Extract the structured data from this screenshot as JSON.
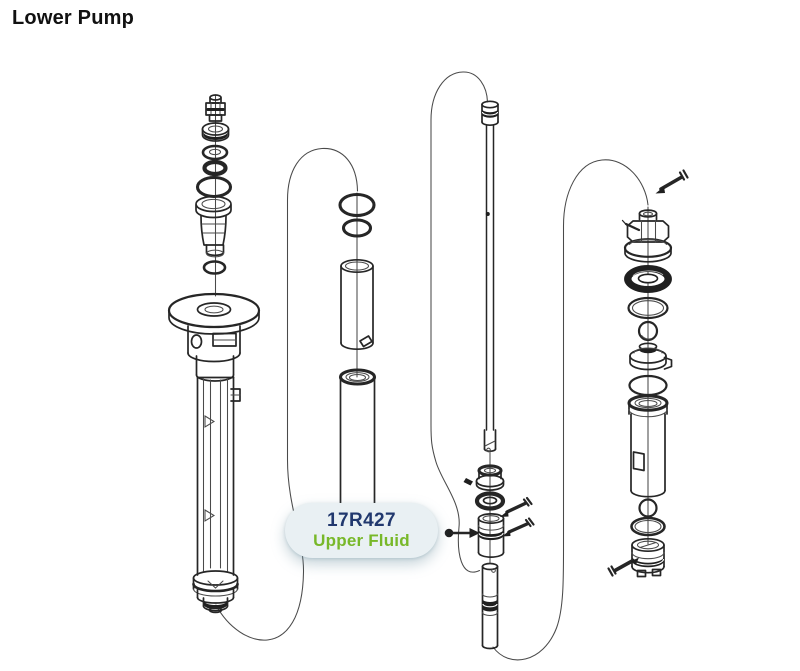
{
  "title": "Lower Pump",
  "callout": {
    "part_number": "17R427",
    "part_name": "Upper Fluid"
  },
  "colors": {
    "part_number_text": "#21386e",
    "part_name_text": "#78b829",
    "callout_background": "#e9f0f3",
    "diagram_line": "#262626",
    "page_background": "#ffffff"
  }
}
